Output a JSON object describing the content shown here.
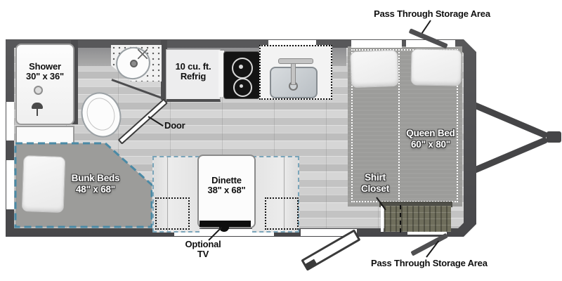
{
  "diagram": {
    "kind": "travel-trailer-floor-plan",
    "colors": {
      "wall": "#4d4d4f",
      "floor": "#c9c9c9",
      "furniture_gray": "#9c9c9a",
      "accent_dash_blue": "#4a8aa6",
      "closet_olive": "#6f6e5c",
      "stove_black": "#141414"
    }
  },
  "annotations": {
    "pass_through_top": "Pass Through Storage Area",
    "pass_through_bottom": "Pass Through Storage Area",
    "door": "Door",
    "optional_tv_line1": "Optional",
    "optional_tv_line2": "TV",
    "shirt_closet_line1": "Shirt",
    "shirt_closet_line2": "Closet"
  },
  "rooms": {
    "shower": {
      "name": "Shower",
      "size": "30\" x 36\""
    },
    "refrig": {
      "line1": "10 cu. ft.",
      "line2": "Refrig"
    },
    "bunk_beds": {
      "name": "Bunk Beds",
      "size": "48\" x 68\""
    },
    "dinette": {
      "name": "Dinette",
      "size": "38\" x 68\""
    },
    "queen_bed": {
      "name": "Queen Bed",
      "size": "60\" x 80\""
    }
  }
}
